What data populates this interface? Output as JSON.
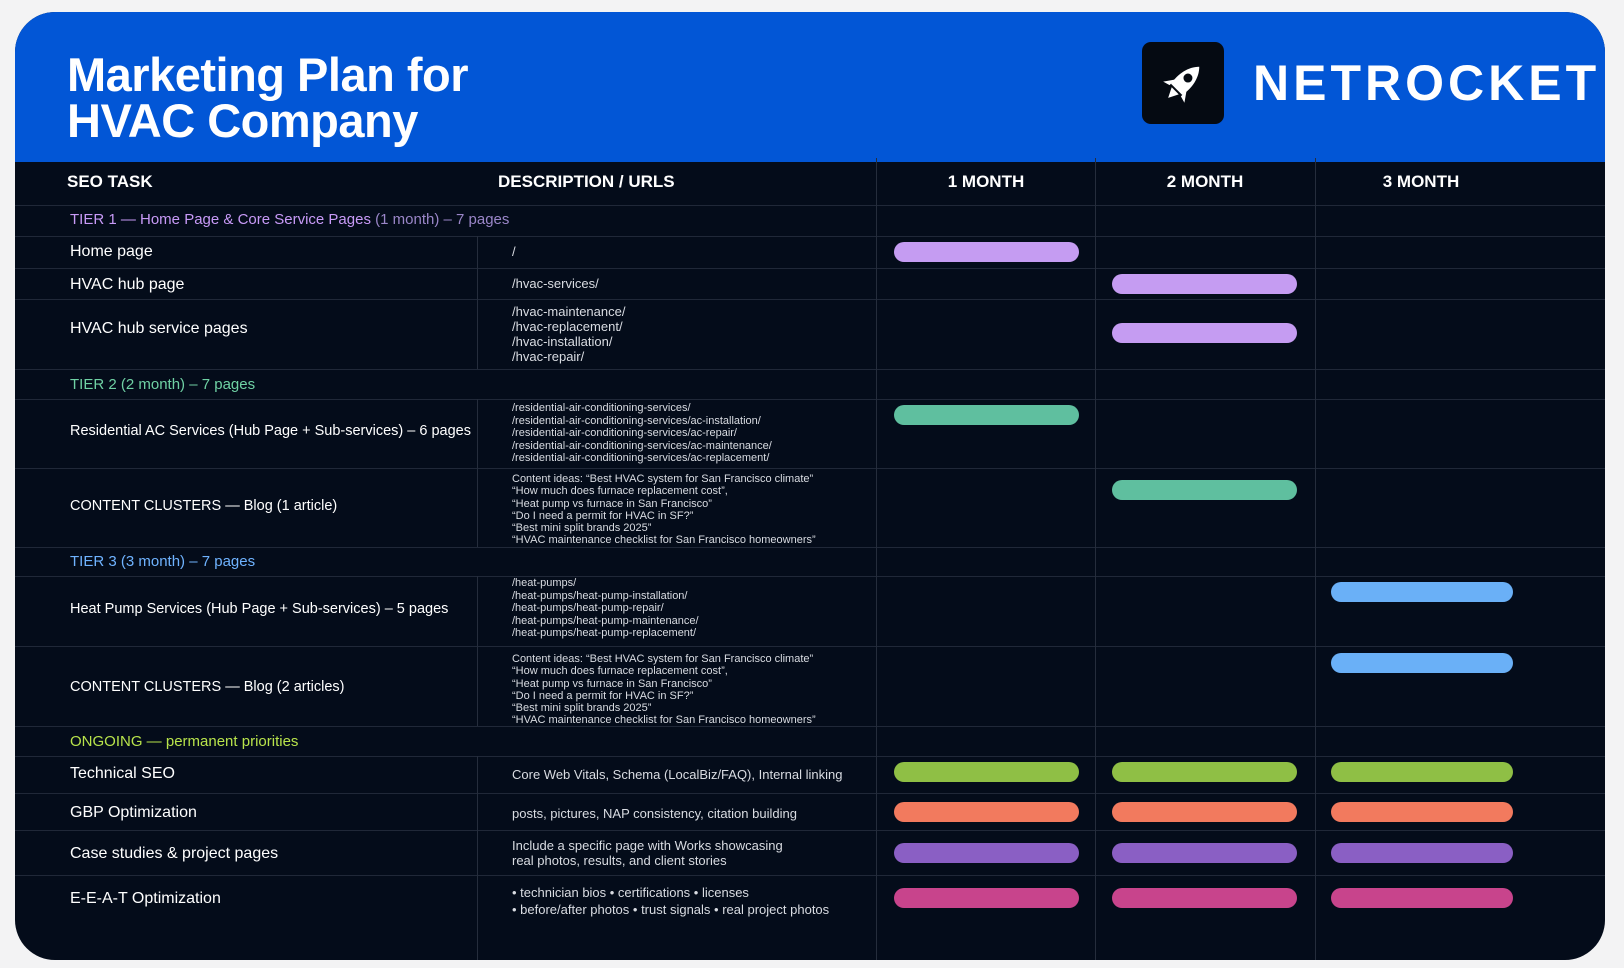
{
  "header": {
    "title_line1": "Marketing Plan for",
    "title_line2": "HVAC Company",
    "brand": "NETROCKET",
    "logo_icon": "rocket-icon"
  },
  "columns": {
    "task": "SEO TASK",
    "description": "DESCRIPTION / URLS",
    "month1": "1 MONTH",
    "month2": "2 MONTH",
    "month3": "3 MONTH"
  },
  "colors": {
    "header_bg": "#0256d6",
    "table_bg": "#040c1a",
    "tier1": "#c89af7",
    "tier1_sub": "#9a86c8",
    "tier2": "#6fd1a4",
    "tier3": "#6fb3ff",
    "ongoing": "#b8e34b",
    "bar_lavender": "#c59cf2",
    "bar_teal": "#5fbf9f",
    "bar_blue": "#6ab0f7",
    "bar_green": "#8fbf45",
    "bar_coral": "#f27a5e",
    "bar_purple": "#8a5fc4",
    "bar_pink": "#c8448c"
  },
  "tiers": {
    "tier1": {
      "main": "TIER 1 — Home Page & Core Service Pages",
      "sub": " (1 month) – 7 pages"
    },
    "tier2": {
      "main": "TIER 2",
      "sub": " (2 month) – 7 pages"
    },
    "tier3": {
      "main": "TIER 3",
      "sub": " (3 month) – 7 pages"
    },
    "ongoing": {
      "main": "ONGOING",
      "sub": " — permanent priorities"
    }
  },
  "rows": [
    {
      "task": "Home page",
      "desc": [
        "/"
      ],
      "months": [
        1
      ]
    },
    {
      "task": "HVAC hub page",
      "desc": [
        "/hvac-services/"
      ],
      "months": [
        2
      ]
    },
    {
      "task": "HVAC hub service pages",
      "desc": [
        "/hvac-maintenance/",
        "/hvac-replacement/",
        "/hvac-installation/",
        "/hvac-repair/"
      ],
      "months": [
        2
      ]
    },
    {
      "task": "Residential AC Services (Hub Page + Sub-services) – 6 pages",
      "desc": [
        "/residential-air-conditioning-services/",
        "/residential-air-conditioning-services/ac-installation/",
        "/residential-air-conditioning-services/ac-repair/",
        "/residential-air-conditioning-services/ac-maintenance/",
        "/residential-air-conditioning-services/ac-replacement/"
      ],
      "months": [
        1
      ]
    },
    {
      "task": "CONTENT CLUSTERS — Blog (1 article)",
      "desc": [
        "Content ideas: “Best HVAC system for San Francisco climate”",
        "“How much does furnace replacement cost”,",
        "“Heat pump vs furnace in San Francisco”",
        "“Do I need a permit for HVAC in SF?”",
        "“Best mini split brands 2025”",
        "“HVAC maintenance checklist for San Francisco homeowners”"
      ],
      "months": [
        2
      ]
    },
    {
      "task": "Heat Pump Services (Hub Page + Sub-services) – 5 pages",
      "desc": [
        "/heat-pumps/",
        "/heat-pumps/heat-pump-installation/",
        "/heat-pumps/heat-pump-repair/",
        "/heat-pumps/heat-pump-maintenance/",
        "/heat-pumps/heat-pump-replacement/"
      ],
      "months": [
        3
      ]
    },
    {
      "task": "CONTENT CLUSTERS — Blog (2 articles)",
      "desc": [
        "Content ideas: “Best HVAC system for San Francisco climate”",
        "“How much does furnace replacement cost”,",
        "“Heat pump vs furnace in San Francisco”",
        "“Do I need a permit for HVAC in SF?”",
        "“Best mini split brands 2025”",
        "“HVAC maintenance checklist for San Francisco homeowners”"
      ],
      "months": [
        3
      ]
    },
    {
      "task": "Technical SEO",
      "desc": [
        "Core Web Vitals, Schema (LocalBiz/FAQ), Internal linking"
      ],
      "months": [
        1,
        2,
        3
      ]
    },
    {
      "task": "GBP Optimization",
      "desc": [
        "posts, pictures, NAP consistency, citation building"
      ],
      "months": [
        1,
        2,
        3
      ]
    },
    {
      "task": "Case studies & project pages",
      "desc": [
        "Include a specific page with Works showcasing",
        "real photos, results, and client stories"
      ],
      "months": [
        1,
        2,
        3
      ]
    },
    {
      "task": "E-E-A-T Optimization",
      "desc": [
        "• technician bios  • certifications  • licenses",
        "• before/after photos  • trust signals  • real project photos"
      ],
      "months": [
        1,
        2,
        3
      ]
    }
  ]
}
